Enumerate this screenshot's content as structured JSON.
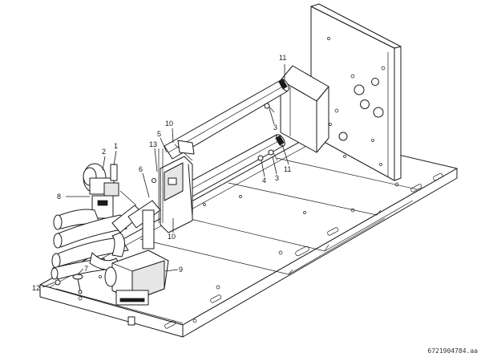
{
  "callouts": {
    "c1": "1",
    "c2": "2",
    "c3a": "3",
    "c3b": "3",
    "c4": "4",
    "c5": "5",
    "c6": "6",
    "c7": "7",
    "c8": "8",
    "c9": "9",
    "c10a": "10",
    "c10b": "10",
    "c11a": "11",
    "c11b": "11",
    "c12": "12",
    "c13": "13"
  },
  "reference_code": "6721904784.aa"
}
